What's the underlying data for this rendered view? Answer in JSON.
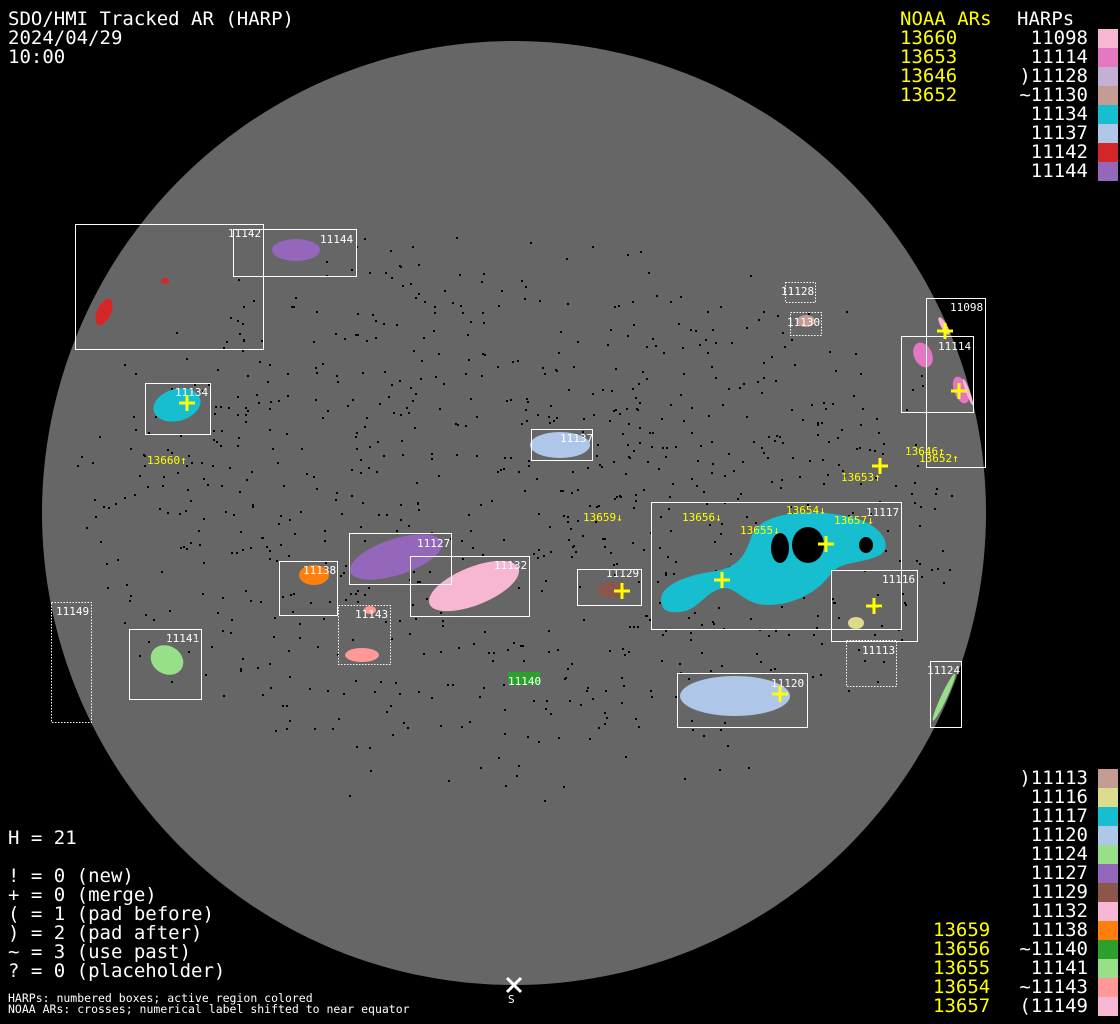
{
  "header": {
    "title": "SDO/HMI Tracked AR (HARP)",
    "date": "2024/04/29",
    "time": "10:00"
  },
  "legend_top": {
    "noaa_header": "NOAA ARs",
    "harps_header": "HARPs",
    "noaa": [
      "13660",
      "13653",
      "13646",
      "13652"
    ],
    "harps": [
      {
        "label": "11098",
        "color": "#f7b6d2"
      },
      {
        "label": "11114",
        "color": "#e377c2"
      },
      {
        "label": ")11128",
        "color": "#c5b0d5"
      },
      {
        "label": "~11130",
        "color": "#c49c94"
      },
      {
        "label": "11134",
        "color": "#17becf"
      },
      {
        "label": "11137",
        "color": "#aec7e8"
      },
      {
        "label": "11142",
        "color": "#d62728"
      },
      {
        "label": "11144",
        "color": "#9467bd"
      }
    ]
  },
  "legend_bottom": {
    "noaa": [
      "13659",
      "13656",
      "13655",
      "13654",
      "13657"
    ],
    "harps": [
      {
        "label": ")11113",
        "color": "#c49c94"
      },
      {
        "label": "11116",
        "color": "#dbdb8d"
      },
      {
        "label": "11117",
        "color": "#17becf"
      },
      {
        "label": "11120",
        "color": "#aec7e8"
      },
      {
        "label": "11124",
        "color": "#98df8a"
      },
      {
        "label": "11127",
        "color": "#9467bd"
      },
      {
        "label": "11129",
        "color": "#8c564b"
      },
      {
        "label": "11132",
        "color": "#f7b6d2"
      },
      {
        "label": "11138",
        "color": "#ff7f0e"
      },
      {
        "label": "~11140",
        "color": "#2ca02c"
      },
      {
        "label": "11141",
        "color": "#98df8a"
      },
      {
        "label": "~11143",
        "color": "#ff9896"
      },
      {
        "label": "(11149",
        "color": "#f7b6d2"
      }
    ]
  },
  "stats": {
    "h": "H = 21",
    "lines": [
      "! = 0 (new)",
      "+ = 0 (merge)",
      "( = 1 (pad before)",
      ") = 2 (pad after)",
      "~ = 3 (use past)",
      "? = 0 (placeholder)"
    ]
  },
  "footnotes": [
    "HARPs: numbered boxes; active region colored",
    "NOAA ARs: crosses; numerical label shifted to near equator"
  ],
  "south_marker": "S",
  "disk_labels": {
    "harps": [
      "11142",
      "11144",
      "11128",
      "11130",
      "11098",
      "11114",
      "11134",
      "11137",
      "11117",
      "11116",
      "11113",
      "11129",
      "11127",
      "11132",
      "11138",
      "11143",
      "11149",
      "11141",
      "11140",
      "11120",
      "11124"
    ],
    "noaa": [
      "13660↑",
      "13659↓",
      "13656↓",
      "13655↓",
      "13654↓",
      "13657↓",
      "13653↑",
      "13646↑",
      "13652↑"
    ]
  },
  "colors": {
    "disk": "#666666",
    "noaa": "#ffff00",
    "box": "#ffffff"
  }
}
